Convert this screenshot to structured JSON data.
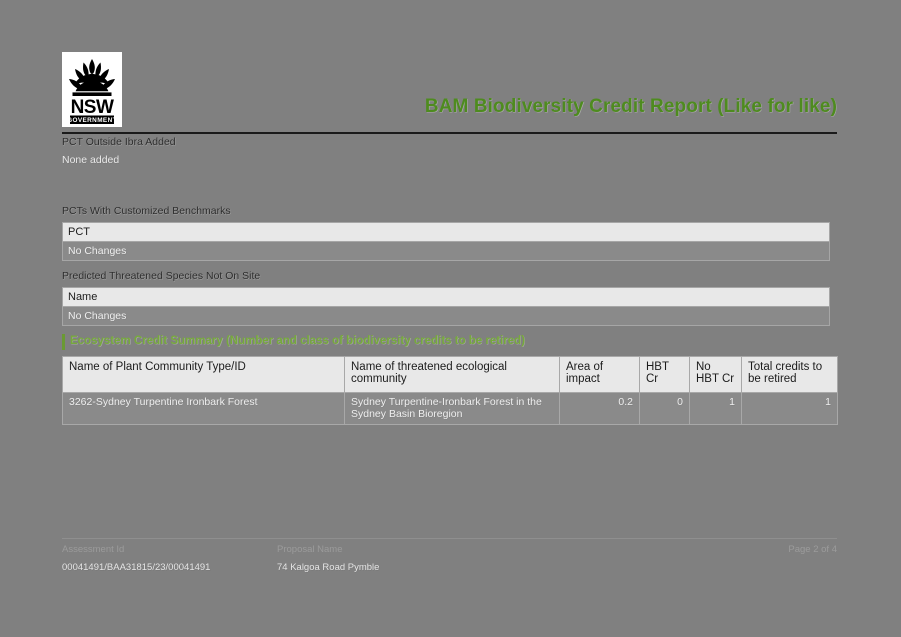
{
  "header": {
    "logo_alt": "NSW Government",
    "logo_line1": "NSW",
    "logo_line2": "GOVERNMENT",
    "report_title": "BAM Biodiversity Credit Report (Like for like)"
  },
  "pct_outside_ibra": {
    "label": "PCT Outside Ibra Added",
    "value": "None added"
  },
  "pcts_customized": {
    "label": "PCTs With Customized Benchmarks",
    "column_header": "PCT",
    "rows": [
      "No Changes"
    ]
  },
  "predicted_species": {
    "label": "Predicted Threatened Species Not On Site",
    "column_header": "Name",
    "rows": [
      "No Changes"
    ]
  },
  "ecosystem_credit_summary": {
    "heading": "Ecosystem Credit Summary (Number and class of biodiversity credits to be retired)",
    "columns": [
      "Name of Plant Community Type/ID",
      "Name of threatened ecological community",
      "Area of impact",
      "HBT Cr",
      "No HBT Cr",
      "Total credits to be retired"
    ],
    "rows": [
      {
        "pct": "3262-Sydney Turpentine Ironbark Forest",
        "tec": "Sydney Turpentine-Ironbark Forest in the Sydney Basin Bioregion",
        "area_of_impact": "0.2",
        "hbt_cr": "0",
        "no_hbt_cr": "1",
        "total_credits": "1"
      }
    ]
  },
  "footer": {
    "assessment_id_label": "Assessment Id",
    "assessment_id_value": "00041491/BAA31815/23/00041491",
    "proposal_name_label": "Proposal Name",
    "proposal_name_value": "74 Kalgoa Road Pymble",
    "page_indicator": "Page 2 of 4"
  },
  "colors": {
    "page_background": "#808080",
    "accent_green": "#76a93c",
    "table_header": "#e8e8e8",
    "table_row": "#8a8a8a"
  }
}
